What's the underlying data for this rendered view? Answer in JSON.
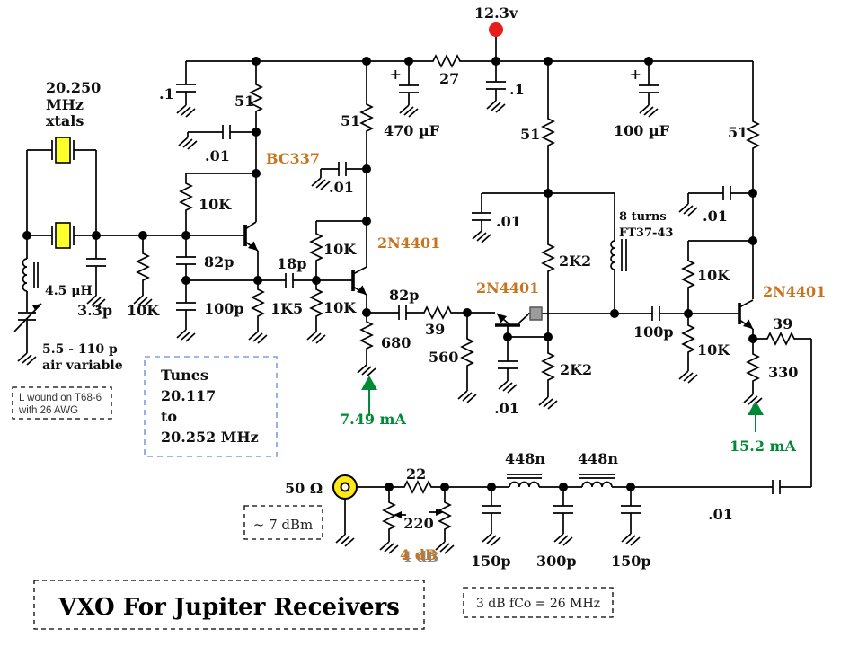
{
  "title": "VXO For Jupiter Receivers",
  "supply": {
    "label": "12.3v"
  },
  "xtal": {
    "l1": "20.250",
    "l2": "MHz",
    "l3": "xtals"
  },
  "tuning": {
    "l1": "Tunes",
    "l2": "20.117",
    "l3": "to",
    "l4": "20.252 MHz"
  },
  "coil_note": {
    "l1": "L wound on T68-6",
    "l2": "with 26 AWG"
  },
  "varcap": {
    "l1": "5.5 - 110 p",
    "l2": "air variable"
  },
  "notes": {
    "output": "~ 7 dBm",
    "fco": "3 dB fCo = 26 MHz",
    "att": "4 dB"
  },
  "conn": {
    "impedance": "50 Ω"
  },
  "currents": {
    "q2": "7.49 mA",
    "q4": "15.2 mA"
  },
  "transistors": {
    "q1": "BC337",
    "q2": "2N4401",
    "q3": "2N4401",
    "q4": "2N4401"
  },
  "v": {
    "plus": "+",
    "c_in": ".1",
    "r_q1c": "51",
    "c_q1c": ".01",
    "r_fb": "10K",
    "c_fb1": "82p",
    "c_fb2": "100p",
    "c_trim": "3.3p",
    "r_xtal": "10K",
    "l_vxo": "4.5 µH",
    "c_18": "18p",
    "r_1k5": "1K5",
    "r_q2t": "10K",
    "r_q2b": "10K",
    "r_q2c": "51",
    "c_q2c": ".01",
    "c_470": "470 µF",
    "r_27": "27",
    "c_sup": ".1",
    "r_g": "51",
    "c_g": ".01",
    "r_2k2a": "2K2",
    "l_8t1": "8 turns",
    "l_8t2": "FT37-43",
    "c_82": "82p",
    "r_39a": "39",
    "r_680": "680",
    "r_560": "560",
    "c_q3b": ".01",
    "r_2k2b": "2K2",
    "c_100p": "100p",
    "r_q4t": "10K",
    "r_q4b": "10K",
    "c_right": ".01",
    "r_right": "51",
    "c_100uf": "100 µF",
    "r_39b": "39",
    "r_330": "330",
    "c_out": ".01",
    "r_22": "22",
    "r_220": "220",
    "c_f1": "150p",
    "c_f2": "300p",
    "c_f3": "150p",
    "l_f1": "448n",
    "l_f2": "448n"
  },
  "colors": {
    "label_orange": "#c8741f",
    "current_green": "#008a35",
    "supply_red": "#e81c1c",
    "crystal_yellow": "#ffff29",
    "connector_yellow": "#ffe818",
    "tuning_box_blue": "#7d9fe3",
    "ferrite_bead_gray": "#9c9c9c"
  }
}
